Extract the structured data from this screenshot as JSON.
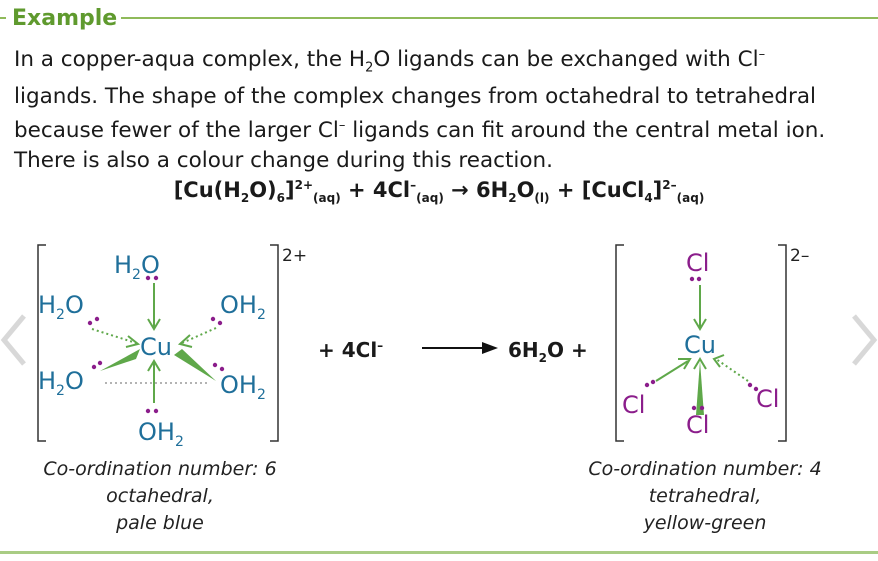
{
  "header": {
    "label": "Example"
  },
  "paragraph": {
    "line1_a": "In a copper-aqua complex, the H",
    "line1_sub": "2",
    "line1_b": "O ligands can be exchanged with Cl",
    "line1_sup": "–",
    "line2_a": "ligands.  The shape of the complex changes from octahedral to tetrahedral",
    "line3_a": "because fewer of the larger Cl",
    "line3_sup": "–",
    "line3_b": " ligands can fit around the central metal ion.",
    "line4": "There is also a colour change during this reaction."
  },
  "equation": {
    "p1": "[Cu(H",
    "s1": "2",
    "p2": "O)",
    "s2": "6",
    "p3": "]",
    "sup1": "2+",
    "s3": "(aq)",
    "p4": " + 4Cl",
    "sup2": "–",
    "s4": "(aq)",
    "p5": " → 6H",
    "s5": "2",
    "p6": "O",
    "s6": "(l)",
    "p7": " + [CuCl",
    "s7": "4",
    "p8": "]",
    "sup3": "2–",
    "s8": "(aq)"
  },
  "reaction_row": {
    "plus_cl_a": "+ 4Cl",
    "plus_cl_sup": "–",
    "water_a": "6H",
    "water_sub": "2",
    "water_b": "O +"
  },
  "left_complex": {
    "charge": "2+",
    "center": "Cu",
    "top": "H2O",
    "upper_left": "H2O",
    "upper_right": "OH2",
    "lower_left": "H2O",
    "lower_right": "OH2",
    "bottom": "OH2",
    "caption_line1": "Co-ordination number: 6",
    "caption_line2": "octahedral,",
    "caption_line3": "pale blue"
  },
  "right_complex": {
    "charge": "2–",
    "center": "Cu",
    "top": "Cl",
    "left": "Cl",
    "right": "Cl",
    "bottom": "Cl",
    "caption_line1": "Co-ordination number: 4",
    "caption_line2": "tetrahedral,",
    "caption_line3": "yellow-green"
  },
  "colors": {
    "accent": "#5f9a2e",
    "ligand_atom": "#8b1d8b",
    "center_atom": "#1f6f9a",
    "bond": "#5fa84a"
  }
}
